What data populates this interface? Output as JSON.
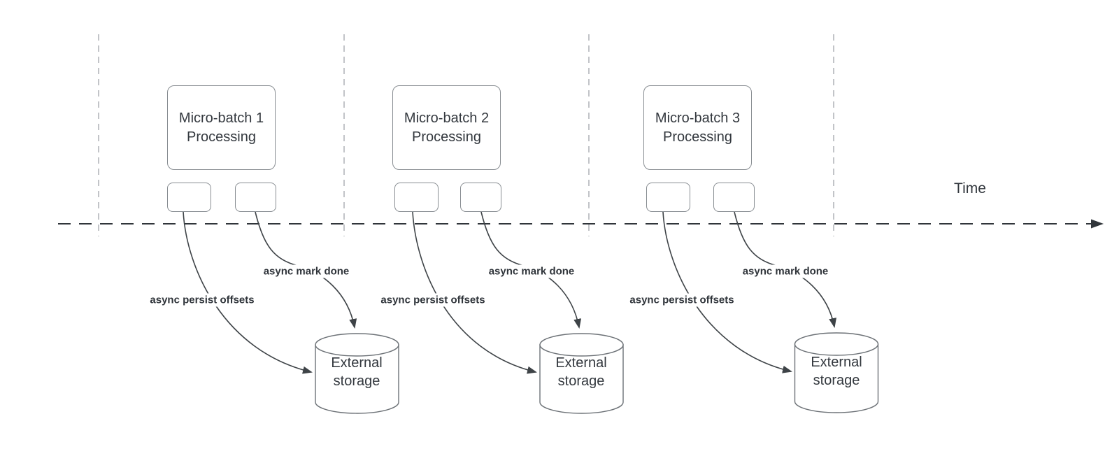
{
  "timeline": {
    "label": "Time"
  },
  "groups": [
    {
      "title": "Micro-batch 1 Processing",
      "persist_label": "async persist offsets",
      "markdone_label": "async mark done",
      "storage_label": "External storage"
    },
    {
      "title": "Micro-batch 2 Processing",
      "persist_label": "async persist offsets",
      "markdone_label": "async mark done",
      "storage_label": "External storage"
    },
    {
      "title": "Micro-batch 3 Processing",
      "persist_label": "async persist offsets",
      "markdone_label": "async mark done",
      "storage_label": "External storage"
    }
  ],
  "colors": {
    "arrow_stroke": "#3e4347",
    "timeline_stroke": "#30353a",
    "guide_line_stroke": "#adb1b5",
    "shape_border": "#888d92",
    "cylinder_border": "#6d7277",
    "text": "#33383e",
    "background": "#ffffff"
  }
}
